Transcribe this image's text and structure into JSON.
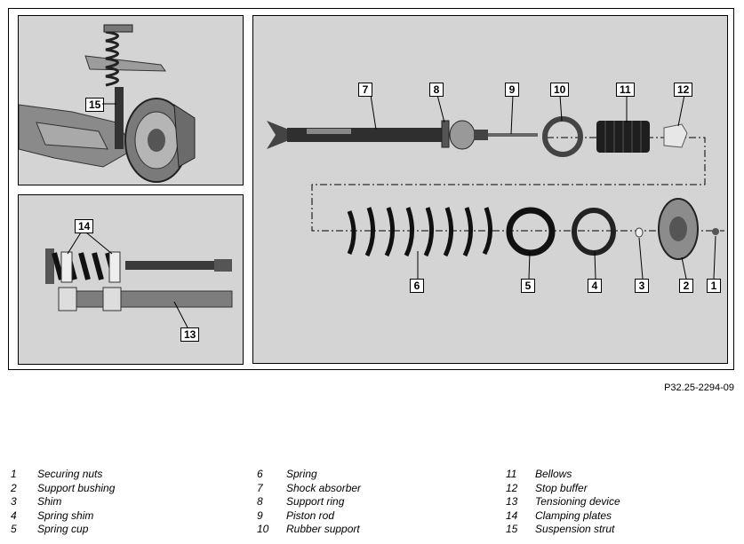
{
  "figure_id": "P32.25-2294-09",
  "callouts": {
    "c1": "1",
    "c2": "2",
    "c3": "3",
    "c4": "4",
    "c5": "5",
    "c6": "6",
    "c7": "7",
    "c8": "8",
    "c9": "9",
    "c10": "10",
    "c11": "11",
    "c12": "12",
    "c13": "13",
    "c14": "14",
    "c15": "15"
  },
  "legend": {
    "col1": [
      {
        "num": "1",
        "label": "Securing nuts"
      },
      {
        "num": "2",
        "label": "Support bushing"
      },
      {
        "num": "3",
        "label": "Shim"
      },
      {
        "num": "4",
        "label": "Spring shim"
      },
      {
        "num": "5",
        "label": "Spring cup"
      }
    ],
    "col2": [
      {
        "num": "6",
        "label": "Spring"
      },
      {
        "num": "7",
        "label": "Shock absorber"
      },
      {
        "num": "8",
        "label": "Support ring"
      },
      {
        "num": "9",
        "label": "Piston rod"
      },
      {
        "num": "10",
        "label": "Rubber support"
      }
    ],
    "col3": [
      {
        "num": "11",
        "label": "Bellows"
      },
      {
        "num": "12",
        "label": "Stop buffer"
      },
      {
        "num": "13",
        "label": "Tensioning device"
      },
      {
        "num": "14",
        "label": "Clamping plates"
      },
      {
        "num": "15",
        "label": "Suspension strut"
      }
    ]
  }
}
